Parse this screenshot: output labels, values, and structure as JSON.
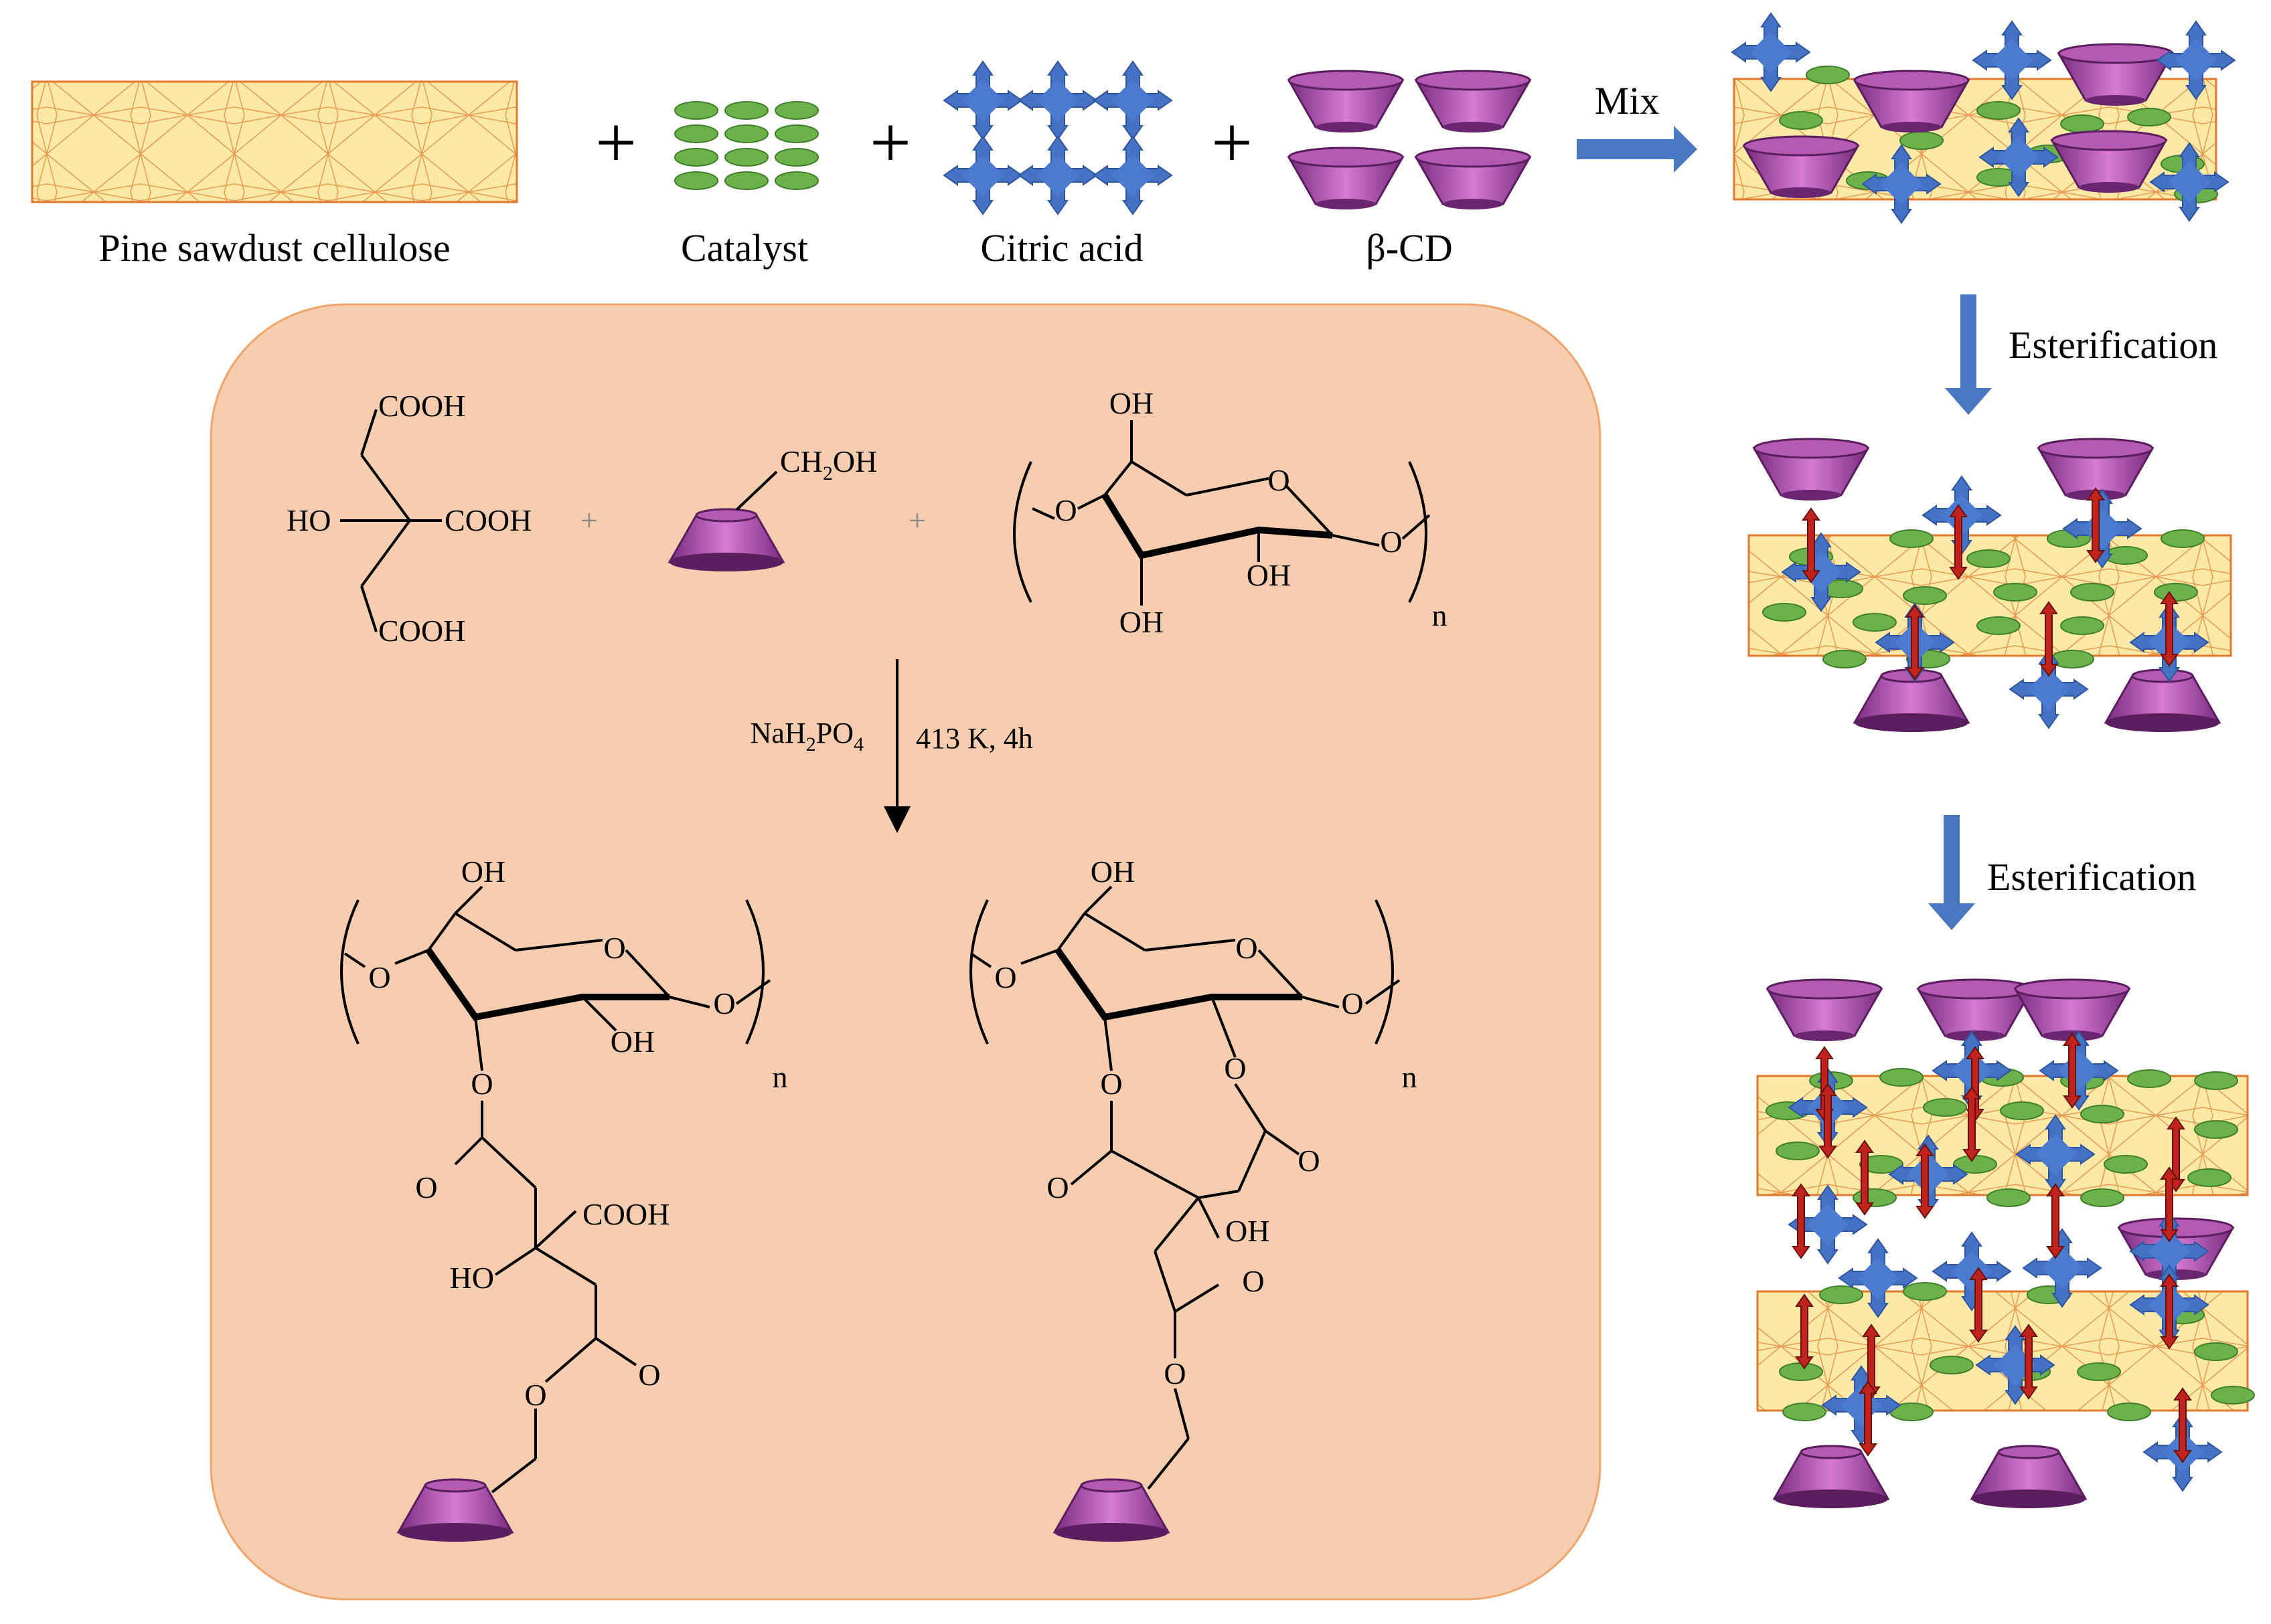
{
  "reactants": {
    "cellulose": "Pine sawdust cellulose",
    "catalyst": "Catalyst",
    "citric_acid": "Citric acid",
    "cd_prefix": "β",
    "cd_suffix": "-CD"
  },
  "steps": {
    "mix": "Mix",
    "esterification_1": "Esterification",
    "esterification_2": "Esterification"
  },
  "scheme": {
    "cooh": "COOH",
    "ho": "HO",
    "oh": "OH",
    "o": "O",
    "n": "n",
    "ch2oh_main": "CH",
    "ch2oh_sub": "2",
    "ch2oh_tail": "OH",
    "plus": "+",
    "catalyst_na_h": "NaH",
    "catalyst_sub2": "2",
    "catalyst_po": "PO",
    "catalyst_sub4": "4",
    "conditions": "413 K, 4h"
  },
  "colors": {
    "cellulose_fill": "#fde9a6",
    "cellulose_edge": "#e0792f",
    "catalyst": "#6bb24a",
    "citric": "#4472c4",
    "cd": "#a0409c",
    "panel": "#f7cdb0",
    "arrow": "#4a78c0",
    "bond_arrow": "#c0241c"
  }
}
